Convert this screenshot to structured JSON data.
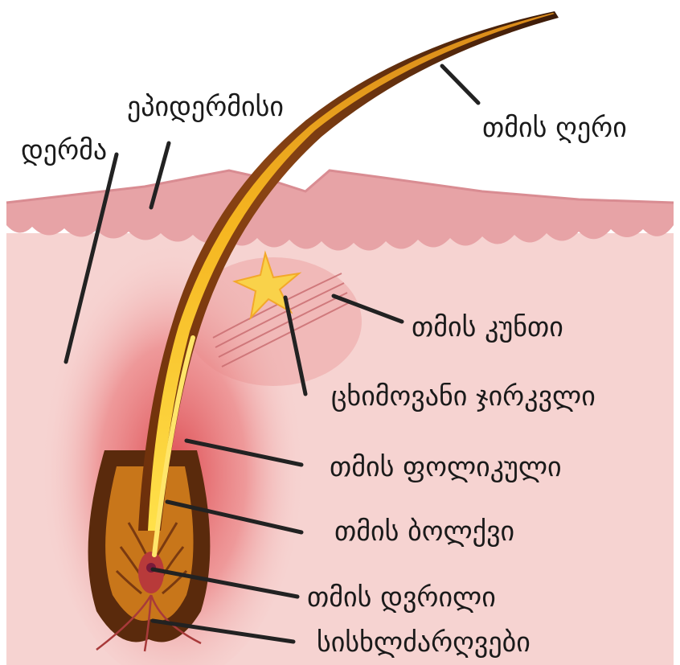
{
  "labels": {
    "epidermis": "ეპიდერმისი",
    "dermis": "დერმა",
    "hair_shaft": "თმის ღერი",
    "arrector_pili": "თმის კუნთი",
    "sebaceous_gland": "ცხიმოვანი ჯირკვლი",
    "hair_follicle": "თმის ფოლიკული",
    "hair_bulb": "თმის ბოლქვი",
    "papilla": "თმის დვრილი",
    "blood_vessels": "სისხლძარღვები"
  },
  "colors": {
    "epidermis": "#e7a3a6",
    "dermis": "#f6d3d1",
    "follicle_glow": "#e56a6a",
    "hair_dark": "#5a2a0c",
    "hair_mid": "#c8761a",
    "hair_core": "#ffd23a",
    "leader": "#222222"
  }
}
